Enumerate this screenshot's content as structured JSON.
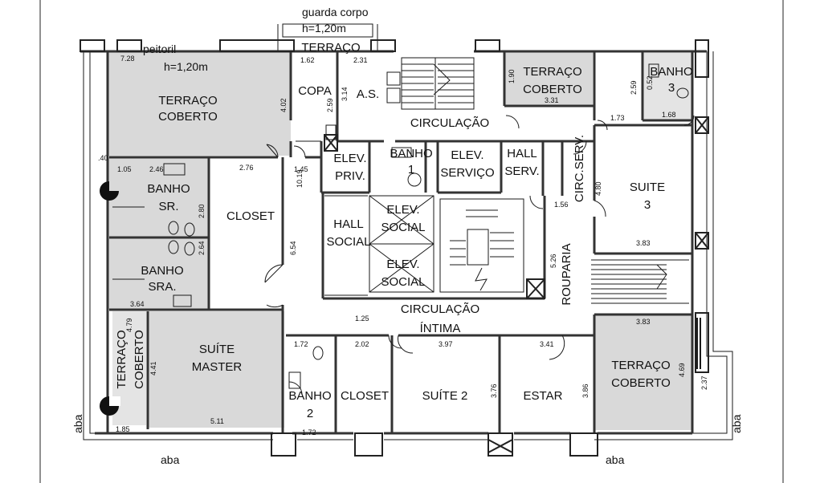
{
  "notes": {
    "guarda_corpo": "guarda corpo",
    "guarda_h": "h=1,20m",
    "peitoril": "peitoril",
    "peitoril_h": "h=1,20m",
    "aba_left": "aba",
    "aba_bottom_left": "aba",
    "aba_bottom_right": "aba",
    "aba_right": "aba"
  },
  "rooms": {
    "terraco_top": "TERRAÇO",
    "copa": "COPA",
    "as": "A.S.",
    "terraco_coberto_nw_1": "TERRAÇO",
    "terraco_coberto_nw_2": "COBERTO",
    "circulacao": "CIRCULAÇÃO",
    "terraco_coberto_ne_1": "TERRAÇO",
    "terraco_coberto_ne_2": "COBERTO",
    "banho3_1": "BANHO",
    "banho3_2": "3",
    "elev_priv_1": "ELEV.",
    "elev_priv_2": "PRIV.",
    "banho1_1": "BANHO",
    "banho1_2": "1",
    "elev_servico_1": "ELEV.",
    "elev_servico_2": "SERVIÇO",
    "hall_serv_1": "HALL",
    "hall_serv_2": "SERV.",
    "circ_serv": "CIRC.SERV.",
    "suite3_1": "SUITE",
    "suite3_2": "3",
    "banho_sr_1": "BANHO",
    "banho_sr_2": "SR.",
    "closet_master": "CLOSET",
    "hall_social_1": "HALL",
    "hall_social_2": "SOCIAL",
    "elev_social_a_1": "ELEV.",
    "elev_social_a_2": "SOCIAL",
    "elev_social_b_1": "ELEV.",
    "elev_social_b_2": "SOCIAL",
    "rouparia": "ROUPARIA",
    "banho_sra_1": "BANHO",
    "banho_sra_2": "SRA.",
    "circulacao_intima_1": "CIRCULAÇÃO",
    "circulacao_intima_2": "ÍNTIMA",
    "terraco_coberto_w_1": "TERRAÇO",
    "terraco_coberto_w_2": "COBERTO",
    "suite_master_1": "SUÍTE",
    "suite_master_2": "MASTER",
    "banho2_1": "BANHO",
    "banho2_2": "2",
    "closet2": "CLOSET",
    "suite2": "SUÍTE 2",
    "estar": "ESTAR",
    "terraco_coberto_se_1": "TERRAÇO",
    "terraco_coberto_se_2": "COBERTO"
  },
  "dims": {
    "d728": "7.28",
    "d162": "1.62",
    "d231": "2.31",
    "d190": "1.90",
    "d331": "3.31",
    "d259a": "2.59",
    "d052": "0.52",
    "d259b": "2.59",
    "d173": "1.73",
    "d168": "1.68",
    "d402": "4.02",
    "d314": "3.14",
    "d040": ".40",
    "d105": "1.05",
    "d246": "2.46",
    "d276": "2.76",
    "d145": "1.45",
    "d1019": "10.19",
    "d480": "4.80",
    "d156": "1.56",
    "d280": "2.80",
    "d264": "2.64",
    "d654": "6.54",
    "d526": "5.26",
    "d383a": "3.83",
    "d364": "3.64",
    "d125": "1.25",
    "d479": "4.79",
    "d383b": "3.83",
    "d172a": "1.72",
    "d202": "2.02",
    "d397": "3.97",
    "d341": "3.41",
    "d441": "4.41",
    "d376": "3.76",
    "d386": "3.86",
    "d469": "4.69",
    "d237": "2.37",
    "d511": "5.11",
    "d185": "1.85",
    "d172b": "1.72"
  },
  "colors": {
    "wall": "#333333",
    "floor_gray": "#d9d9d9",
    "line": "#1a1a1a",
    "background": "#ffffff"
  }
}
